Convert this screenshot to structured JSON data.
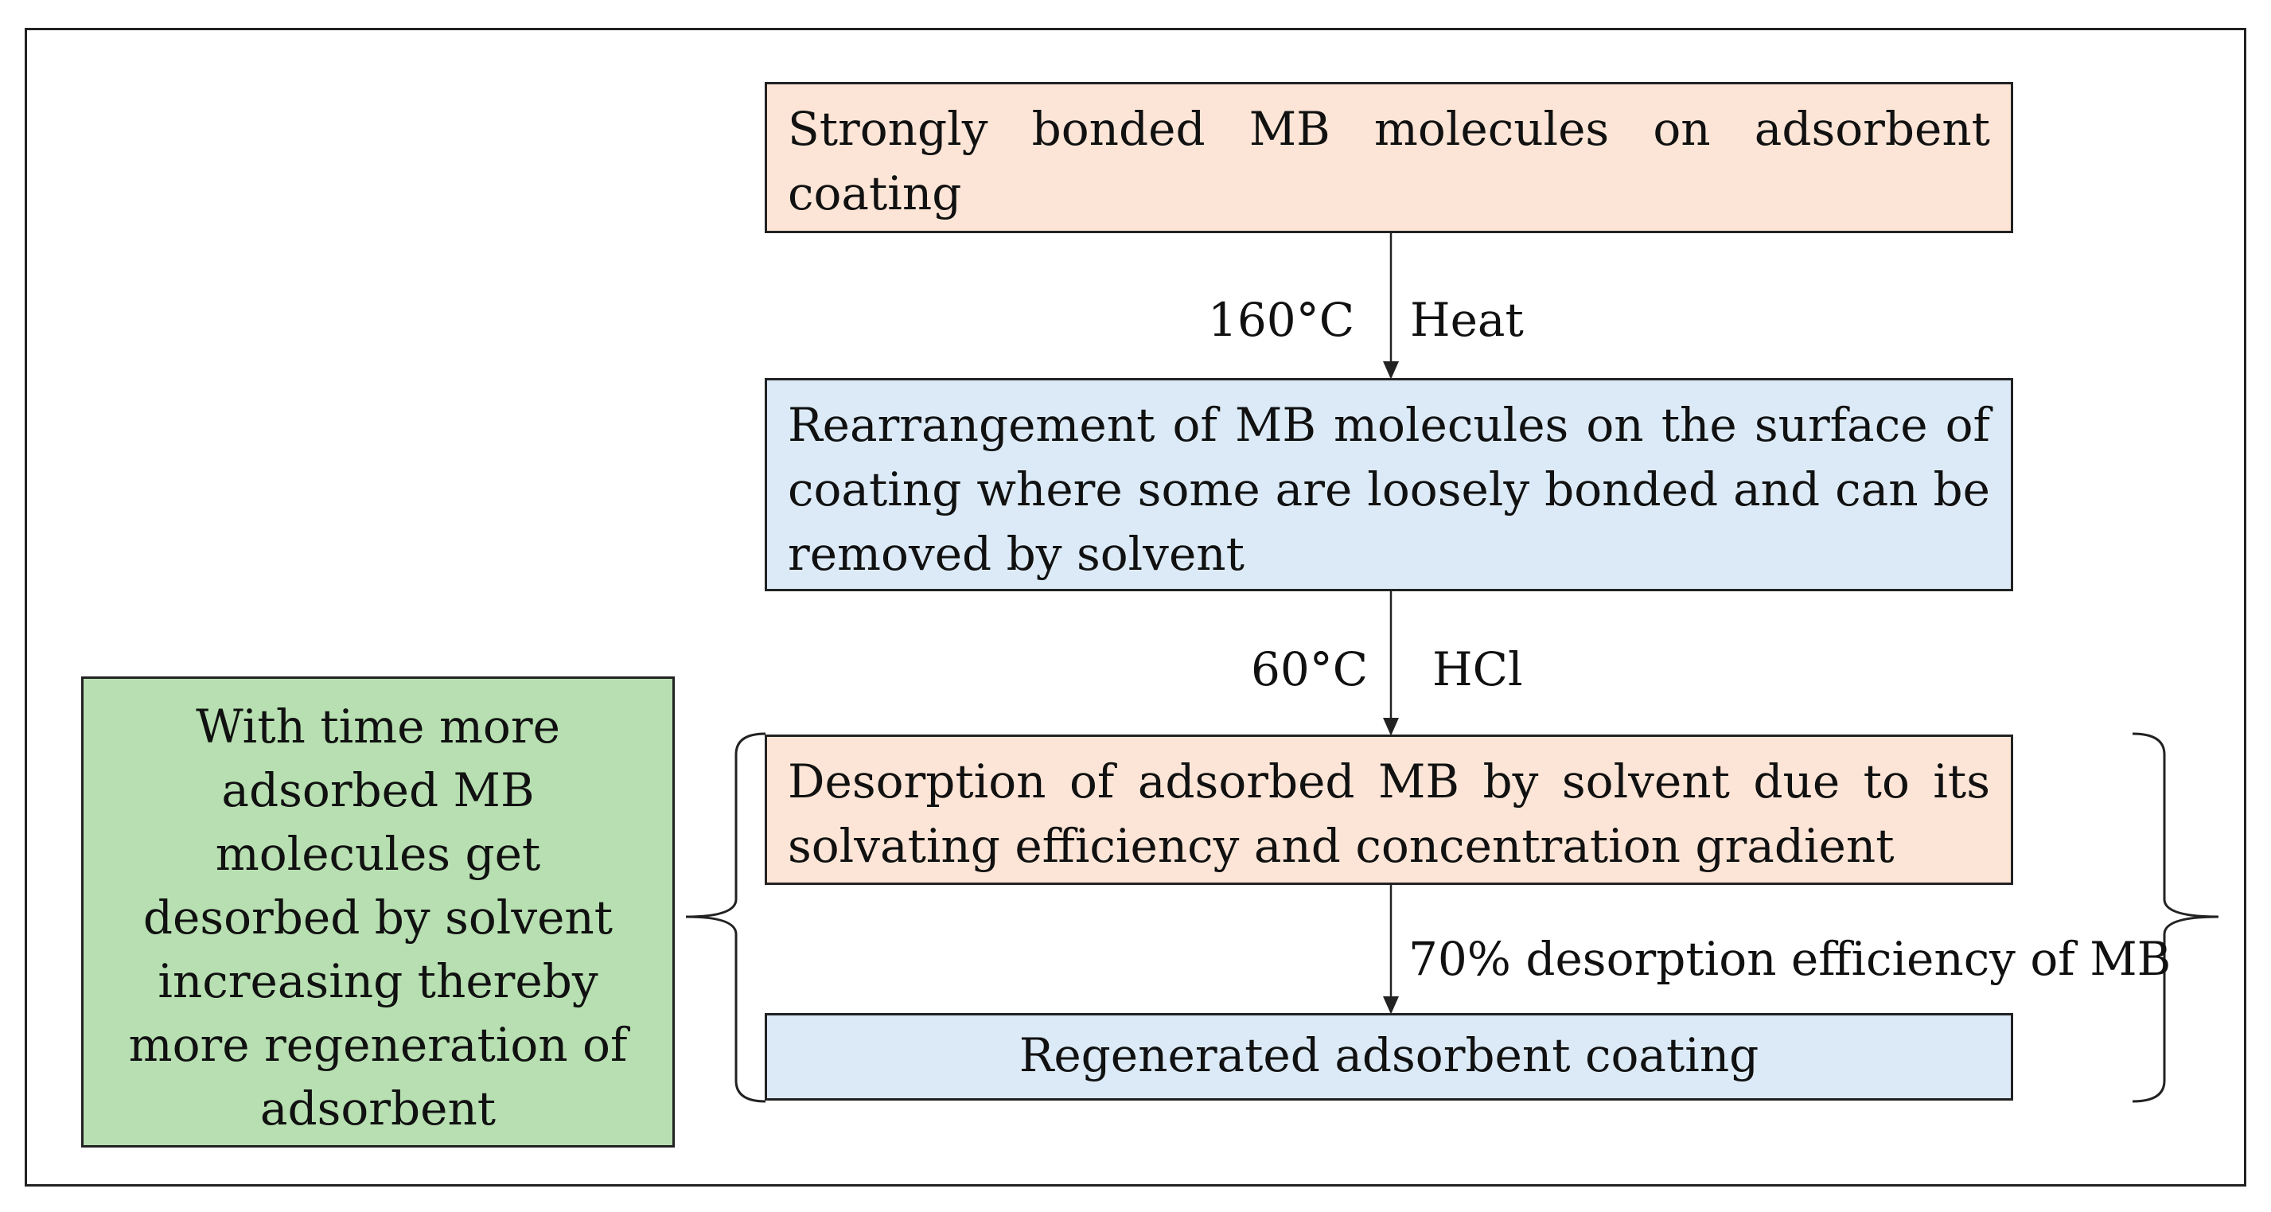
{
  "boxes": {
    "step1": "Strongly bonded MB molecules on adsorbent coating",
    "step2": "Rearrangement of MB molecules on the surface of coating where some are loosely bonded and can be removed by solvent",
    "step3": "Desorption of adsorbed MB by solvent due to its solvating efficiency and concentration gradient",
    "step4": "Regenerated adsorbent coating",
    "side_note": "With time more adsorbed MB molecules get desorbed by solvent increasing thereby more regeneration of adsorbent"
  },
  "arrows": {
    "a1": {
      "left": "160°C",
      "right": "Heat"
    },
    "a2": {
      "left": "60°C",
      "right": "HCl"
    },
    "a3": {
      "right": "70% desorption efficiency of MB"
    }
  },
  "colors": {
    "peach": "#fce5d6",
    "blue": "#dbeaf6",
    "green": "#b7dfb1",
    "stroke": "#222222"
  }
}
